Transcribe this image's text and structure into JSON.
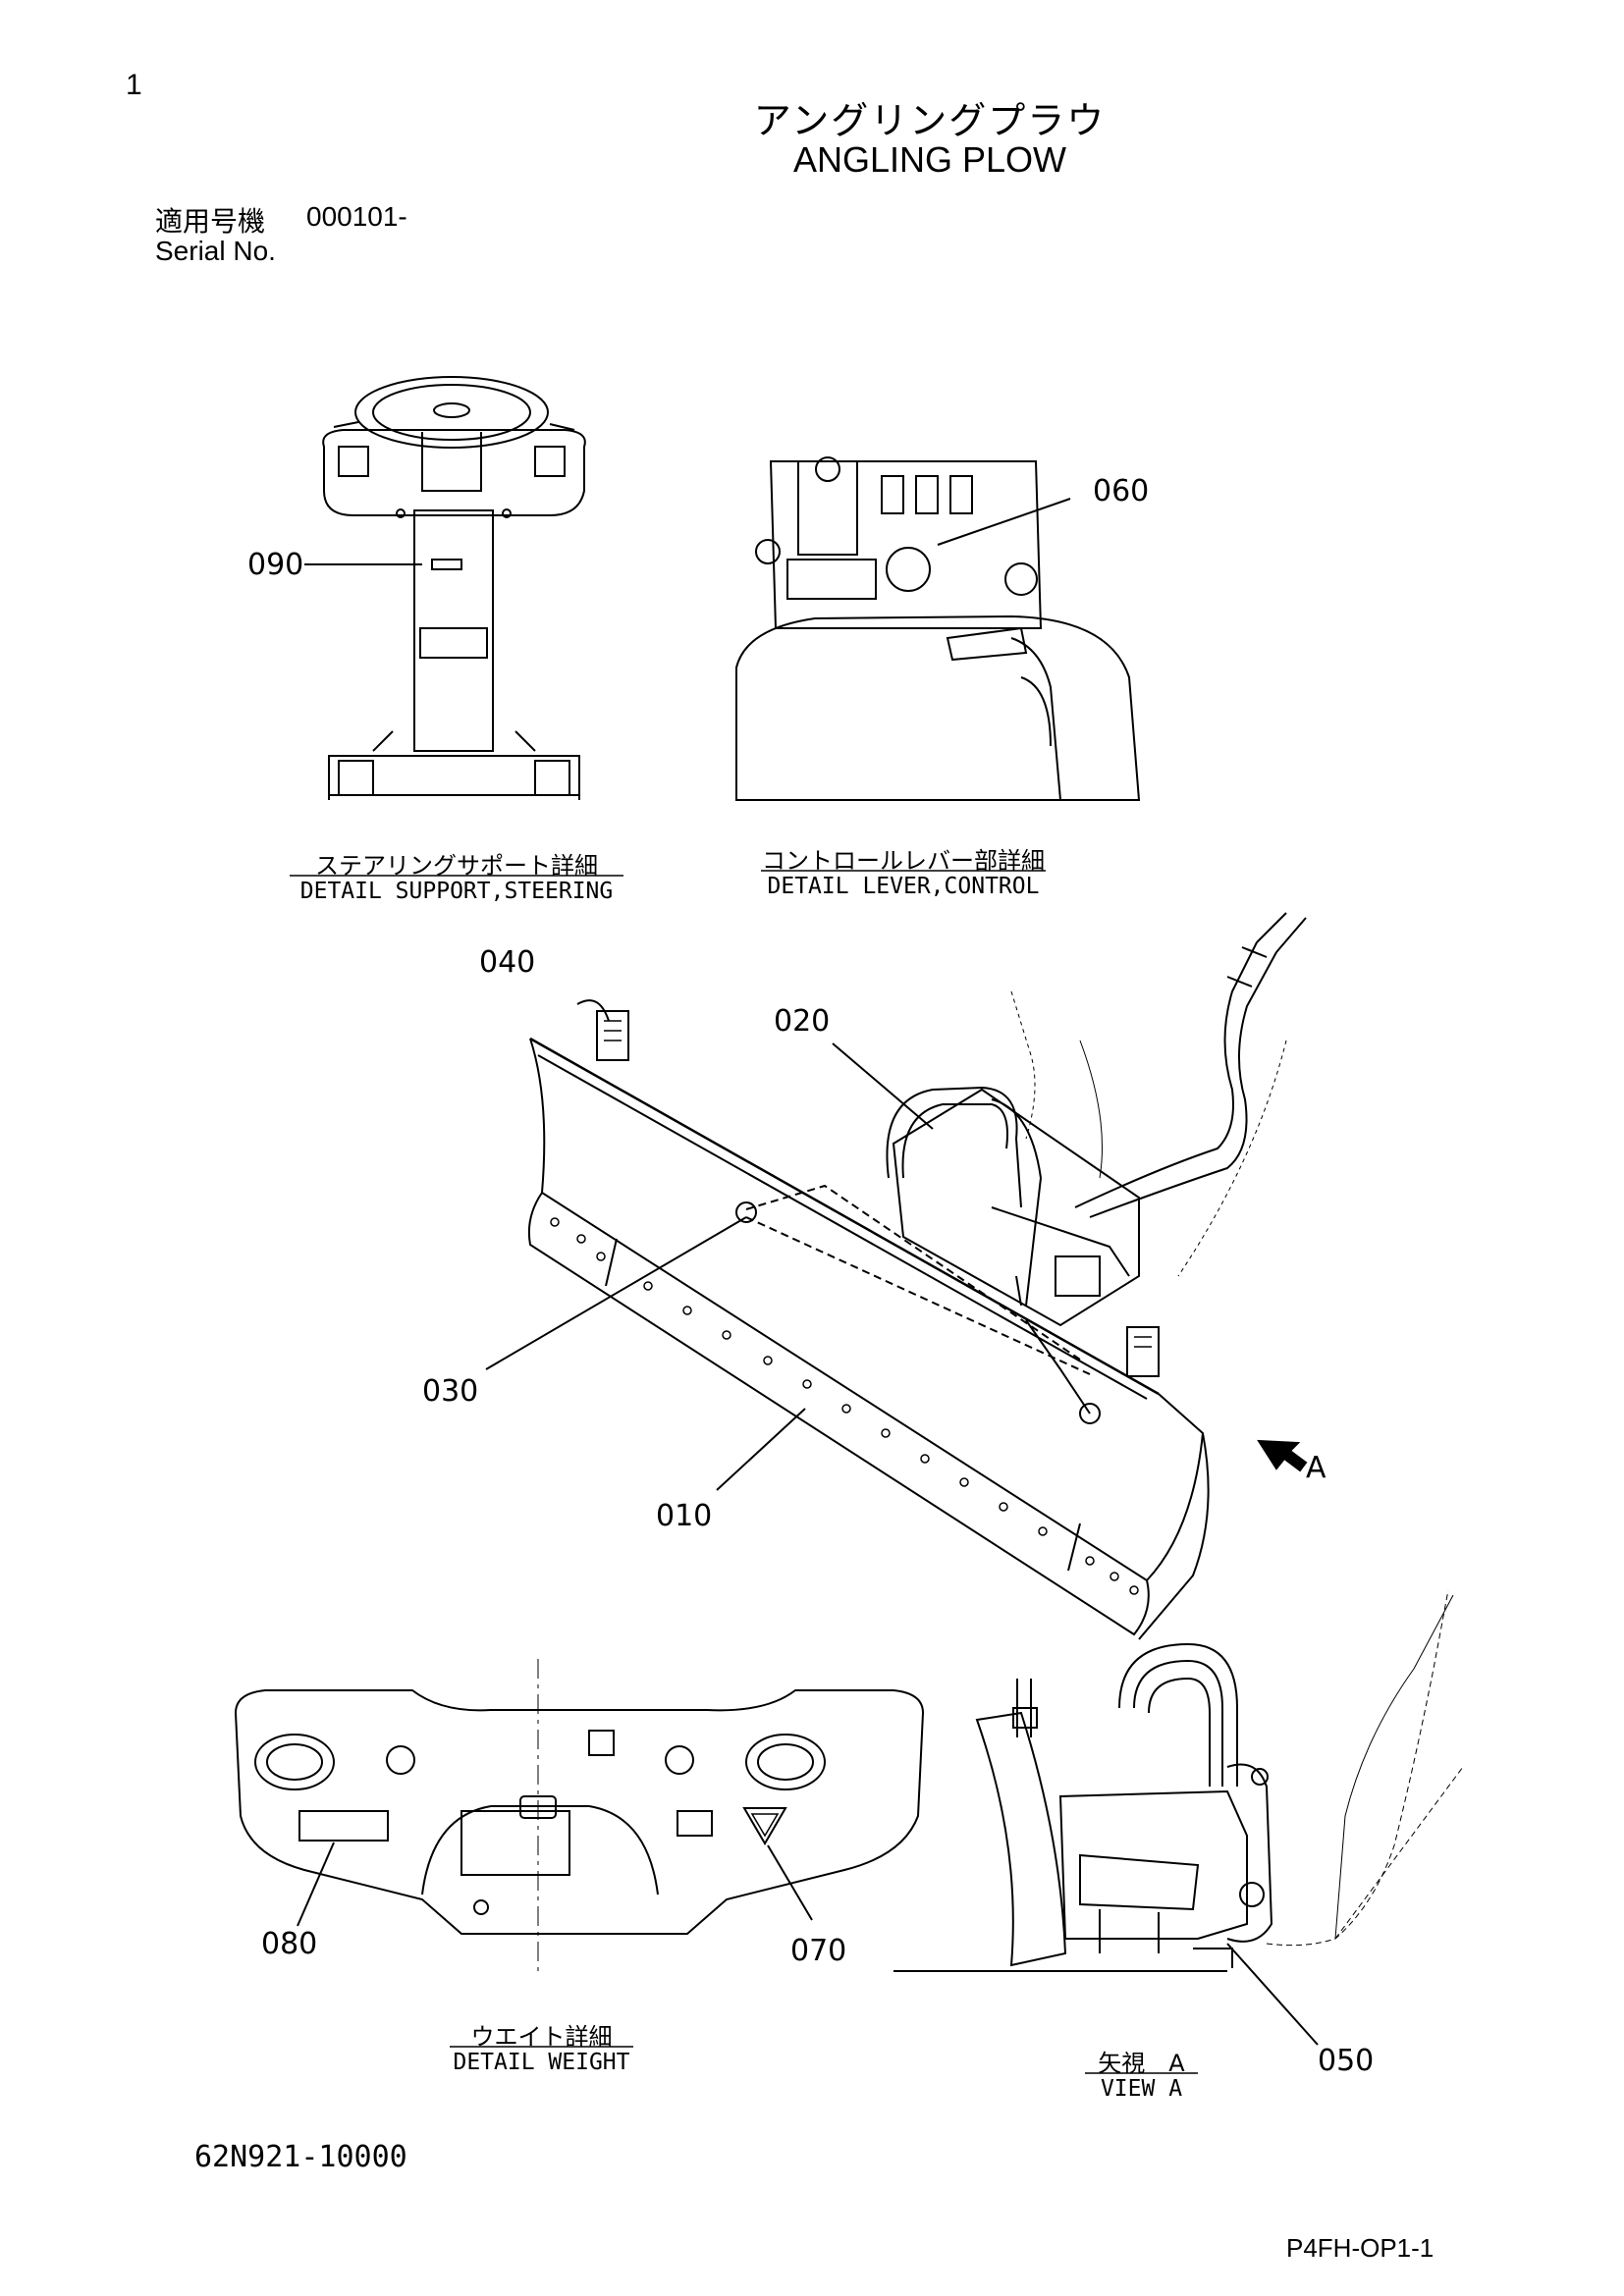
{
  "page": {
    "page_number": "1",
    "title_jp": "アングリングプラウ",
    "title_en": "ANGLING PLOW",
    "serial_label_jp": "適用号機",
    "serial_value": "000101-",
    "serial_label_en": "Serial No.",
    "doc_number": "62N921-10000",
    "page_ref": "P4FH-OP1-1"
  },
  "details": {
    "steering": {
      "caption_jp": "ステアリングサポート詳細",
      "caption_en": "DETAIL SUPPORT,STEERING"
    },
    "lever": {
      "caption_jp": "コントロールレバー部詳細",
      "caption_en": "DETAIL LEVER,CONTROL"
    },
    "weight": {
      "caption_jp": "ウエイト詳細",
      "caption_en": "DETAIL WEIGHT"
    },
    "view_a": {
      "caption_jp": "矢視　A",
      "caption_en": "VIEW A"
    }
  },
  "view_marker": "A",
  "callouts": {
    "c010": "010",
    "c020": "020",
    "c030": "030",
    "c040": "040",
    "c050": "050",
    "c060": "060",
    "c070": "070",
    "c080": "080",
    "c090": "090"
  }
}
